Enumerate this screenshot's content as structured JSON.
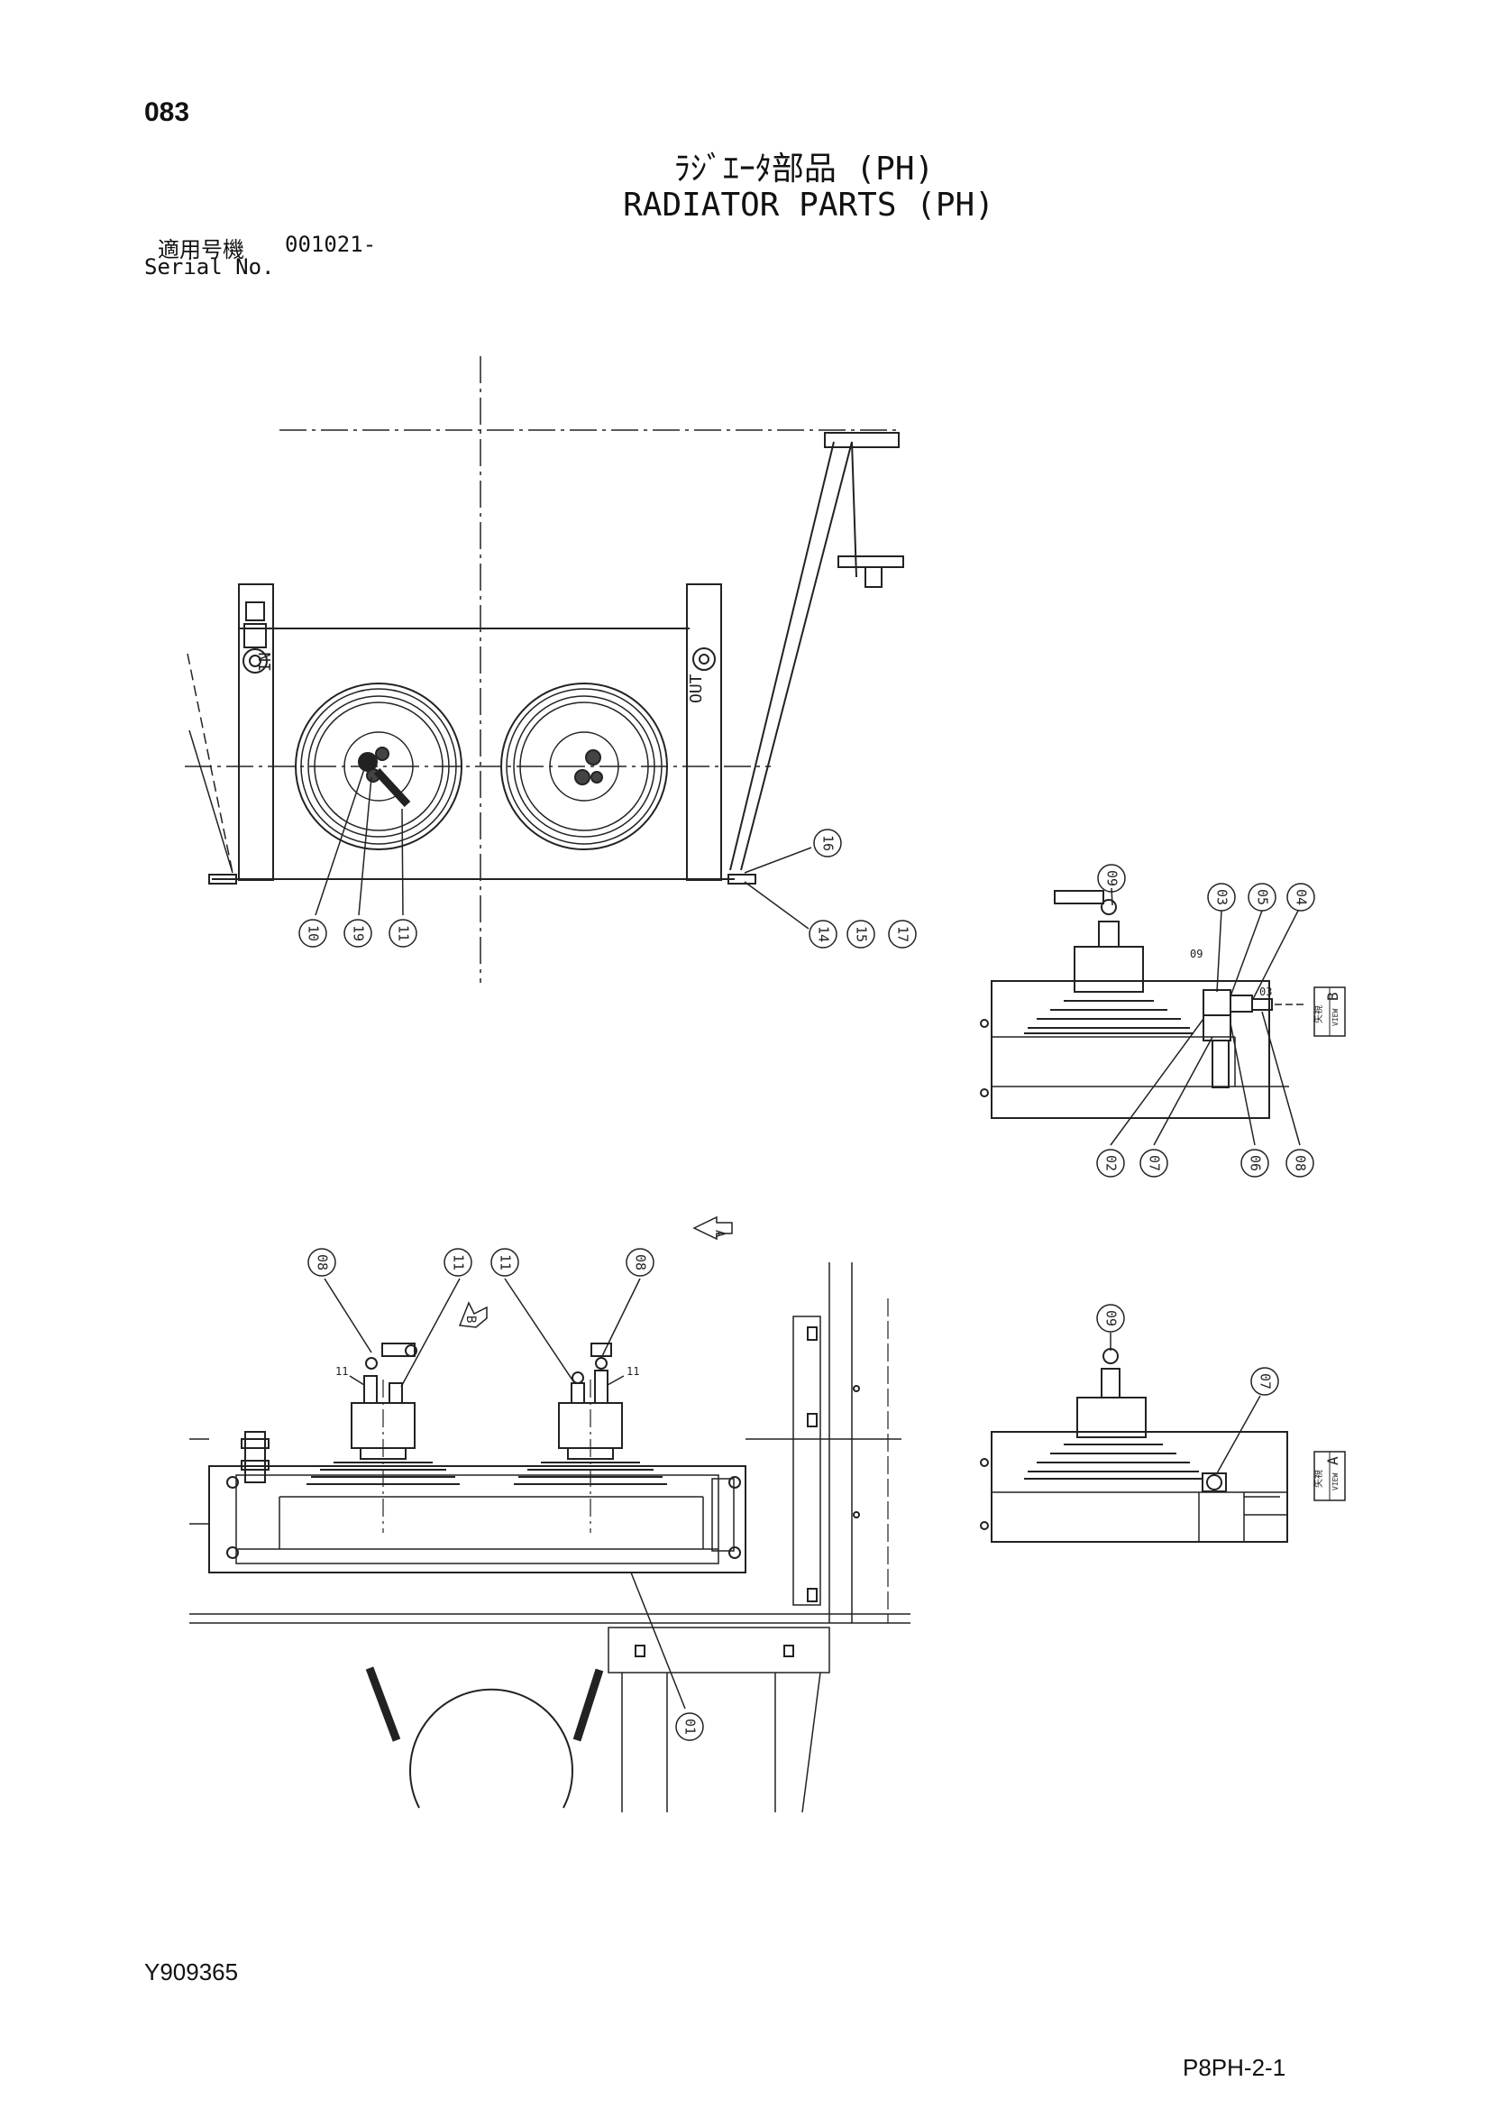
{
  "header": {
    "page_number": "083",
    "title_ja": "ﾗｼﾞｴｰﾀ部品 (PH)",
    "title_en": "RADIATOR PARTS (PH)",
    "serial_label_ja": "適用号機",
    "serial_value": "001021-",
    "serial_label_en": "Serial No."
  },
  "footer": {
    "drawing_number": "Y909365",
    "sheet_number": "P8PH-2-1"
  },
  "callouts": {
    "c01": "01",
    "c02": "02",
    "c03": "03",
    "c04": "04",
    "c05": "05",
    "c06": "06",
    "c07": "07",
    "c08": "08",
    "c09": "09",
    "c10": "10",
    "c11": "11",
    "c14": "14",
    "c15": "15",
    "c16": "16",
    "c17": "17",
    "c19": "19"
  },
  "labels": {
    "port_in": "IN",
    "port_out": "OUT",
    "view_a": "A",
    "view_b": "B",
    "view_a_box": "A",
    "view_b_box": "B",
    "view_word": "VIEW",
    "view_ja": "矢視",
    "small_03": "03",
    "small_09": "09",
    "small_11": "11",
    "port_a": "A",
    "port_b": "B"
  }
}
